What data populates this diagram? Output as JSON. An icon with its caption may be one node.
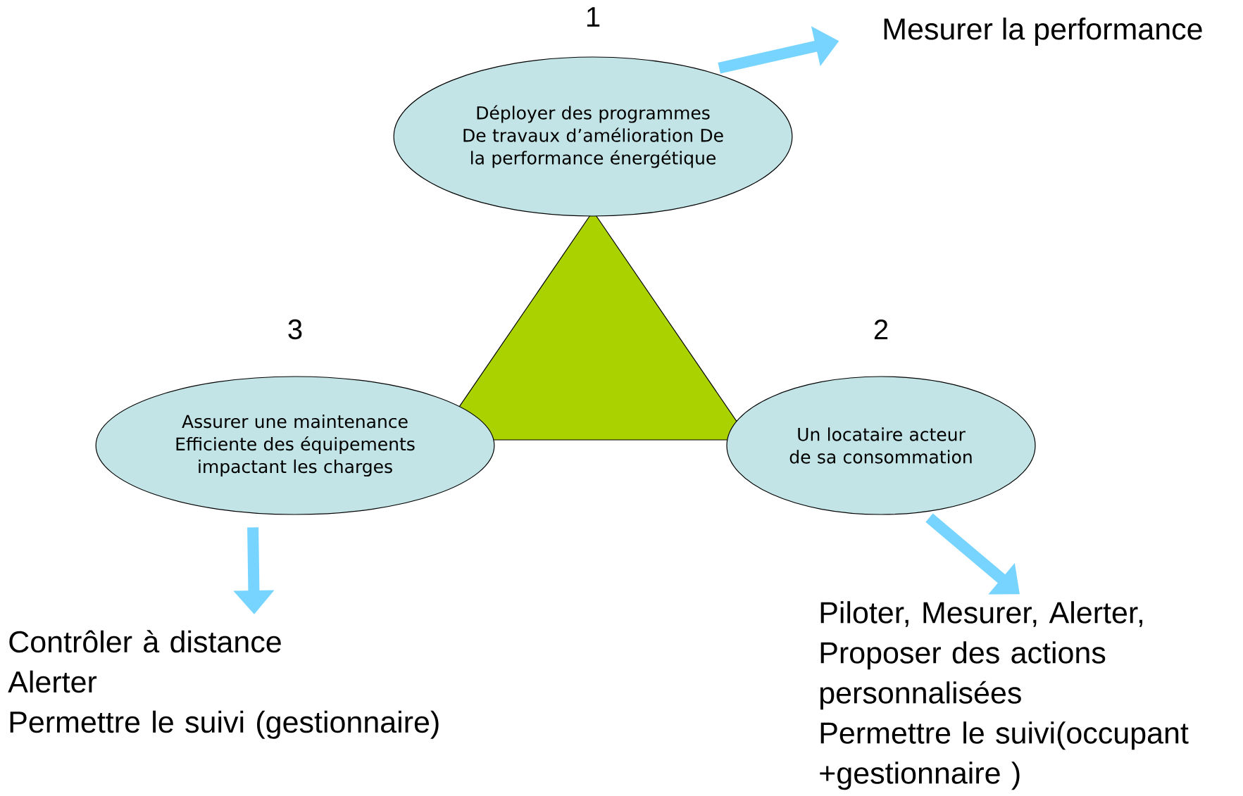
{
  "diagram": {
    "nodes": [
      {
        "text": [
          "Déployer des programmes De travaux d’amélioration De la performance énergétique"
        ],
        "beside": [
          "1"
        ]
      },
      {
        "text": [
          "Un locataire acteur de sa consommation"
        ],
        "beside": [
          "2"
        ]
      },
      {
        "text": [
          "Assurer une maintenance Efficiente des équipements impactant les charges"
        ],
        "beside": [
          "3"
        ]
      },
      {
        "text": [
          "Mesurer la performance"
        ]
      },
      {
        "text": [
          "Piloter, Mesurer, Alerter,",
          "Proposer des actions personnalisées",
          "Permettre le suivi(occupant +gestionnaire )"
        ]
      },
      {
        "text": [
          "Contrôler à distance",
          "Alerter",
          "Permettre le suivi (gestionnaire)"
        ]
      }
    ],
    "edges": [
      {
        "from": 0,
        "to": 3,
        "arrow": "to"
      },
      {
        "from": 1,
        "to": 4,
        "arrow": "to"
      },
      {
        "from": 2,
        "to": 5,
        "arrow": "to"
      }
    ]
  }
}
